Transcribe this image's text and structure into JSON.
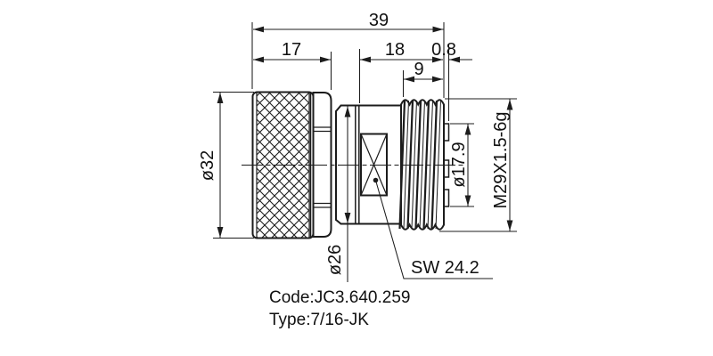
{
  "drawing": {
    "dimensions": {
      "total_length": "39",
      "knurl_length": "17",
      "body_length": "18",
      "face_lip": "0.8",
      "thread_length": "9",
      "knurl_diameter": "ø32",
      "body_diameter": "ø26",
      "inner_diameter": "ø17.9",
      "thread_spec": "M29X1.5-6g",
      "wrench_size": "SW 24.2"
    },
    "title_block": {
      "code": "Code:JC3.640.259",
      "type": "Type:7/16-JK"
    },
    "colors": {
      "line": "#1c1c1c",
      "background": "#ffffff"
    }
  }
}
